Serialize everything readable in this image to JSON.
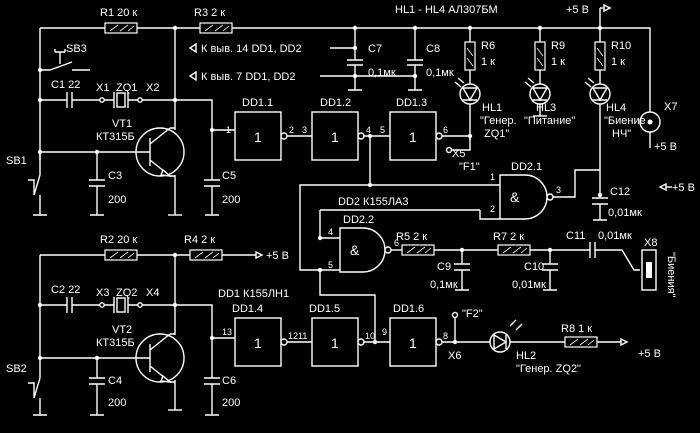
{
  "header": {
    "hl_label": "HL1 - HL4 АЛ307БМ",
    "top_supply": "+5 В"
  },
  "ics": {
    "dd1_1": "DD1.1",
    "dd1_2": "DD1.2",
    "dd1_3": "DD1.3",
    "dd1_4": "DD1.4",
    "dd1_5": "DD1.5",
    "dd1_6": "DD1.6",
    "dd2_1": "DD2.1",
    "dd2_2": "DD2.2",
    "dd1_type": "DD1 К155ЛН1",
    "dd2_type": "DD2 К155ЛА3",
    "inv_symbol": "1",
    "and_symbol": "&"
  },
  "power_notes": {
    "pin14": "К выв. 14 DD1, DD2",
    "pin7": "К выв. 7 DD1, DD2"
  },
  "resistors": {
    "r1": "R1 20 к",
    "r2": "R2 20 к",
    "r3": "R3 2 к",
    "r4": "R4 2 к",
    "r5": "R5 2 к",
    "r7": "R7 2 к",
    "r8": "R8 1 к",
    "r6": "R6",
    "r9": "R9",
    "r10": "R10",
    "led_r_val": "1 к"
  },
  "capacitors": {
    "c1": "C1 22",
    "c2": "C2 22",
    "c3": "C3",
    "c4": "C4",
    "c5": "C5",
    "c6": "C6",
    "c7": "C7",
    "c8": "C8",
    "c9": "C9",
    "c10": "C10",
    "c11": "C11",
    "c12": "C12",
    "v200": "200",
    "v01": "0,1мк",
    "v001": "0,01мк"
  },
  "transistors": {
    "vt1": "VT1",
    "vt2": "VT2",
    "type": "КТ315Б"
  },
  "switches": {
    "sb1": "SB1",
    "sb2": "SB2",
    "sb3": "SB3"
  },
  "crystals": {
    "zq1": "ZQ1",
    "zq2": "ZQ2",
    "x1": "X1",
    "x2": "X2",
    "x3": "X3",
    "x4": "X4"
  },
  "connectors": {
    "x5": "X5",
    "x6": "X6",
    "x7": "X7",
    "x8": "X8",
    "f1": "\"F1\"",
    "f2": "\"F2\"",
    "plus5": "+5 В"
  },
  "leds": {
    "hl1": "HL1",
    "hl1_desc1": "\"Генер.",
    "hl1_desc2": "ZQ1\"",
    "hl3": "HL3",
    "hl3_desc": "\"Питание\"",
    "hl4": "HL4",
    "hl4_desc1": "\"Биение",
    "hl4_desc2": "НЧ\"",
    "hl2": "HL2",
    "hl2_desc": "\"Генер. ZQ2\""
  },
  "x8_label": "\"Биения\"",
  "pins": {
    "p1": "1",
    "p2": "2",
    "p3": "3",
    "p4": "4",
    "p5": "5",
    "p6": "6",
    "p8": "8",
    "p9": "9",
    "p10": "10",
    "p11": "11",
    "p12": "12",
    "p13": "13"
  }
}
